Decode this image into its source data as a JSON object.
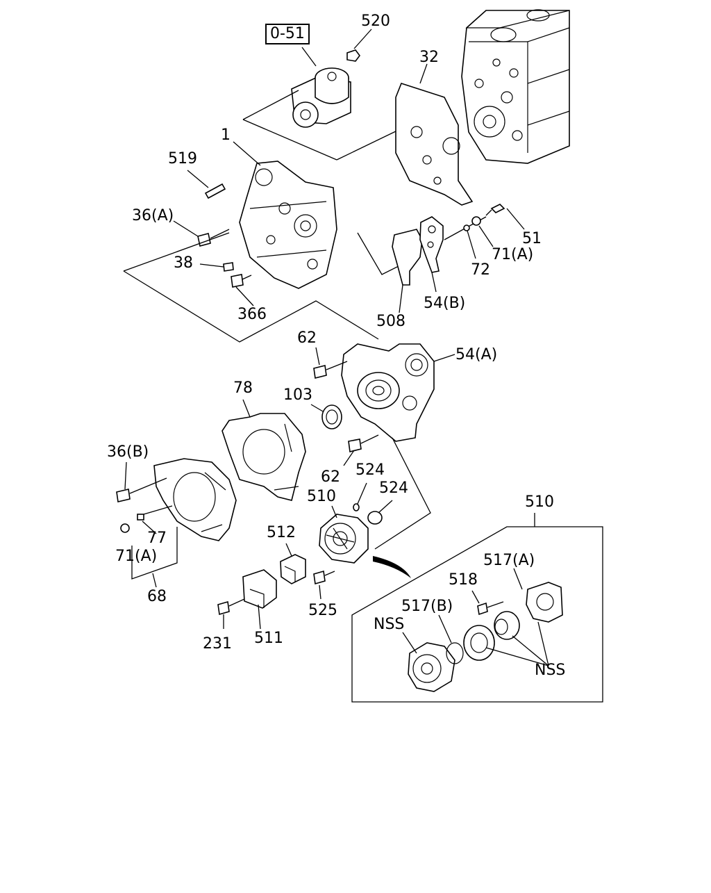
{
  "diagram": {
    "reference_box": "0-51",
    "callouts": {
      "c520": "520",
      "c32": "32",
      "c1": "1",
      "c519": "519",
      "c36a": "36(A)",
      "c51": "51",
      "c71a_top": "71(A)",
      "c72": "72",
      "c38": "38",
      "c366": "366",
      "c508": "508",
      "c54b": "54(B)",
      "c62_top": "62",
      "c54a": "54(A)",
      "c78": "78",
      "c103": "103",
      "c36b": "36(B)",
      "c62_bot": "62",
      "c524_a": "524",
      "c524_b": "524",
      "c510": "510",
      "c510_box": "510",
      "c77": "77",
      "c71a_bot": "71(A)",
      "c68": "68",
      "c512": "512",
      "c517a": "517(A)",
      "c518": "518",
      "c517b": "517(B)",
      "c525": "525",
      "c231": "231",
      "c511": "511",
      "nss_left": "NSS",
      "nss_right": "NSS"
    },
    "icons": [
      "engine-block-icon",
      "oil-filter-icon",
      "gasket-icon",
      "timing-case-icon",
      "cover-icon",
      "plate-icon",
      "pump-icon",
      "bolt-icon"
    ]
  }
}
